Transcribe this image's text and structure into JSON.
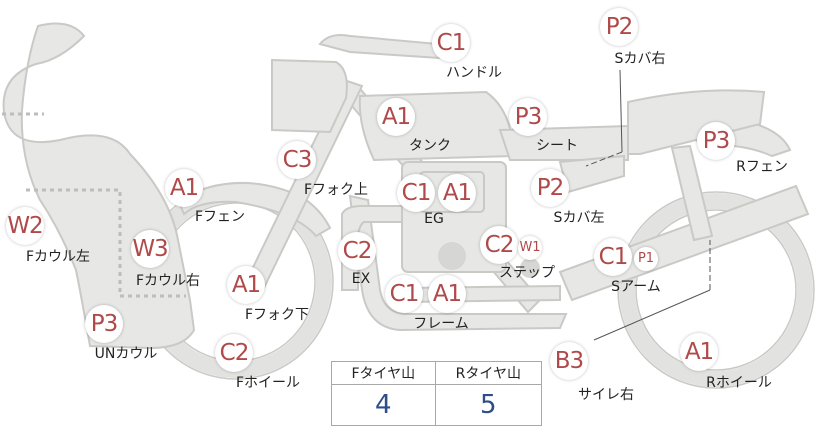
{
  "colors": {
    "part": "#e7e7e5",
    "badge_text": "#b04a4a",
    "value_text": "#2f4d88"
  },
  "parts": {
    "handle": {
      "label": "ハンドル",
      "grade": "C1"
    },
    "seat_cover_r": {
      "label": "Sカバ右",
      "grade": "P2"
    },
    "tank": {
      "label": "タンク",
      "grade": "A1"
    },
    "seat": {
      "label": "シート",
      "grade": "P3"
    },
    "r_fender": {
      "label": "Rフェン",
      "grade": "P3"
    },
    "f_fork_upper": {
      "label": "Fフォク上",
      "grade": "C3"
    },
    "engine": {
      "label": "EG",
      "grade_1": "C1",
      "grade_2": "A1"
    },
    "seat_cover_l": {
      "label": "Sカバ左",
      "grade": "P2"
    },
    "f_fender": {
      "label": "Fフェン",
      "grade": "A1"
    },
    "cowl_left": {
      "label": "Fカウル左",
      "grade": "W2"
    },
    "cowl_right": {
      "label": "Fカウル右",
      "grade": "W3"
    },
    "exhaust": {
      "label": "EX",
      "grade": "C2"
    },
    "step": {
      "label": "ステップ",
      "grade": "C2",
      "sub_grade": "W1"
    },
    "swing_arm": {
      "label": "Sアーム",
      "grade": "C1",
      "sub_grade": "P1"
    },
    "f_fork_lower": {
      "label": "Fフォク下",
      "grade": "A1"
    },
    "frame": {
      "label": "フレーム",
      "grade_1": "C1",
      "grade_2": "A1"
    },
    "under_cowl": {
      "label": "UNカウル",
      "grade": "P3"
    },
    "f_wheel": {
      "label": "Fホイール",
      "grade": "C2"
    },
    "muffler_r": {
      "label": "サイレ右",
      "grade": "B3"
    },
    "r_wheel": {
      "label": "Rホイール",
      "grade": "A1"
    }
  },
  "tyre_table": {
    "front_header": "Fタイヤ山",
    "rear_header": "Rタイヤ山",
    "front_value": "4",
    "rear_value": "5"
  }
}
